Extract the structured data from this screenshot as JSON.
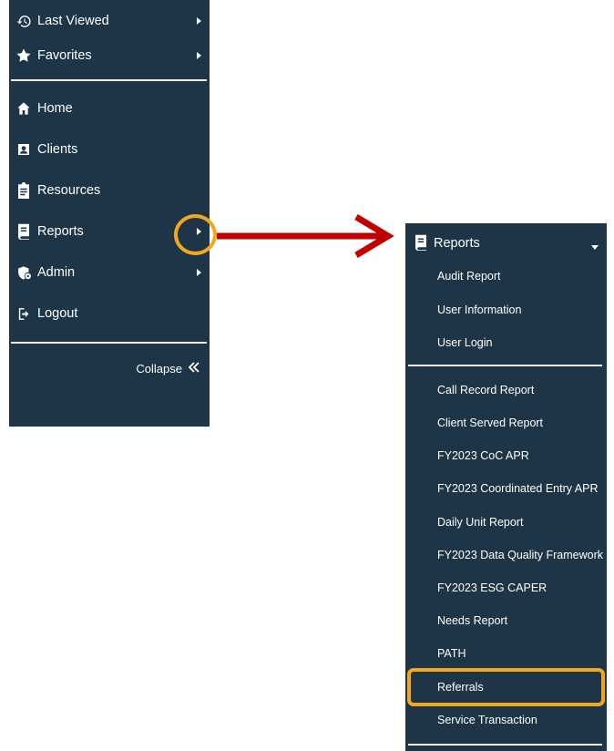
{
  "left_menu": {
    "items": [
      {
        "label": "Last Viewed",
        "icon": "history-icon",
        "has_submenu": true
      },
      {
        "label": "Favorites",
        "icon": "star-icon",
        "has_submenu": true
      },
      {
        "label": "Home",
        "icon": "home-icon",
        "has_submenu": false
      },
      {
        "label": "Clients",
        "icon": "client-card-icon",
        "has_submenu": false
      },
      {
        "label": "Resources",
        "icon": "clipboard-icon",
        "has_submenu": false
      },
      {
        "label": "Reports",
        "icon": "report-icon",
        "has_submenu": true
      },
      {
        "label": "Admin",
        "icon": "shield-gear-icon",
        "has_submenu": true
      },
      {
        "label": "Logout",
        "icon": "logout-icon",
        "has_submenu": false
      }
    ],
    "collapse_label": "Collapse",
    "collapse_icon": "double-chevron-left-icon"
  },
  "reports_submenu": {
    "title": "Reports",
    "icon": "report-icon",
    "group1": [
      "Audit Report",
      "User Information",
      "User Login"
    ],
    "group2": [
      "Call Record Report",
      "Client Served Report",
      "FY2023 CoC APR",
      "FY2023 Coordinated Entry APR",
      "Daily Unit Report",
      "FY2023 Data Quality Framework",
      "FY2023 ESG CAPER",
      "Needs Report",
      "PATH",
      "Referrals",
      "Service Transaction"
    ]
  },
  "colors": {
    "panel": "#1d3547",
    "highlight": "#f2a81d",
    "arrow": "#c00000"
  }
}
